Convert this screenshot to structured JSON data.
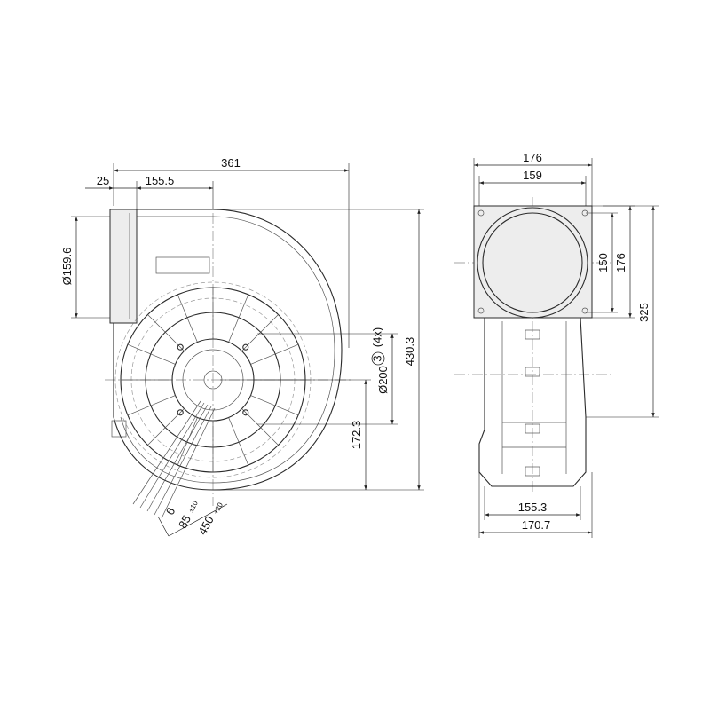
{
  "dimensions": {
    "width_total": "361",
    "inlet_offset": "25",
    "inlet_to_center": "155.5",
    "inlet_diameter": "Ø159.6",
    "height_total": "430.3",
    "center_height": "172.3",
    "mount_diameter": "Ø200",
    "mount_holes_label": "3",
    "mount_holes_count": "(4x)",
    "cable_strip": "6",
    "cable_sleeve": "85",
    "cable_sleeve_tol": "±10",
    "cable_length": "450",
    "cable_length_tol": "+20",
    "side_width_outer": "176",
    "side_width_inner": "159",
    "side_height_inner": "150",
    "side_height_outer": "176",
    "side_height_total": "325",
    "side_depth_inner": "155.3",
    "side_depth_outer": "170.7"
  }
}
